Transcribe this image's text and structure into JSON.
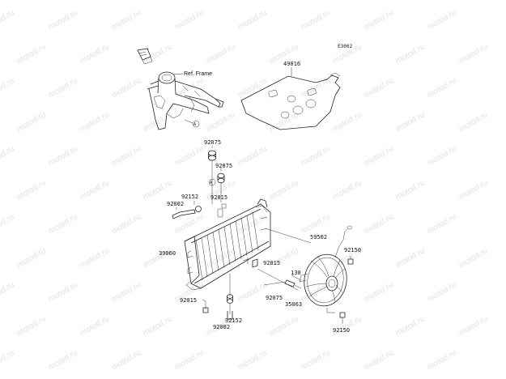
{
  "diagram": {
    "code": "E3002",
    "ref_frame": "Ref. Frame",
    "part_labels": {
      "p49016": "49016",
      "p92075_top": "92075",
      "p92075_mid": "92075",
      "p92152_top": "92152",
      "p92002_top": "92002",
      "p92015_top": "92015",
      "p39060": "39060",
      "p59502": "59502",
      "p92150_right": "92150",
      "p92015_mid": "92015",
      "p130": "130",
      "p92075_bottom": "92075",
      "p35063": "35063",
      "p92015_bottom": "92015",
      "p92152_bottom": "92152",
      "p92002_bottom": "92002",
      "p92150_bottom": "92150"
    },
    "callout_a1": "A",
    "callout_a2": "A",
    "watermark": "motod.ru"
  }
}
